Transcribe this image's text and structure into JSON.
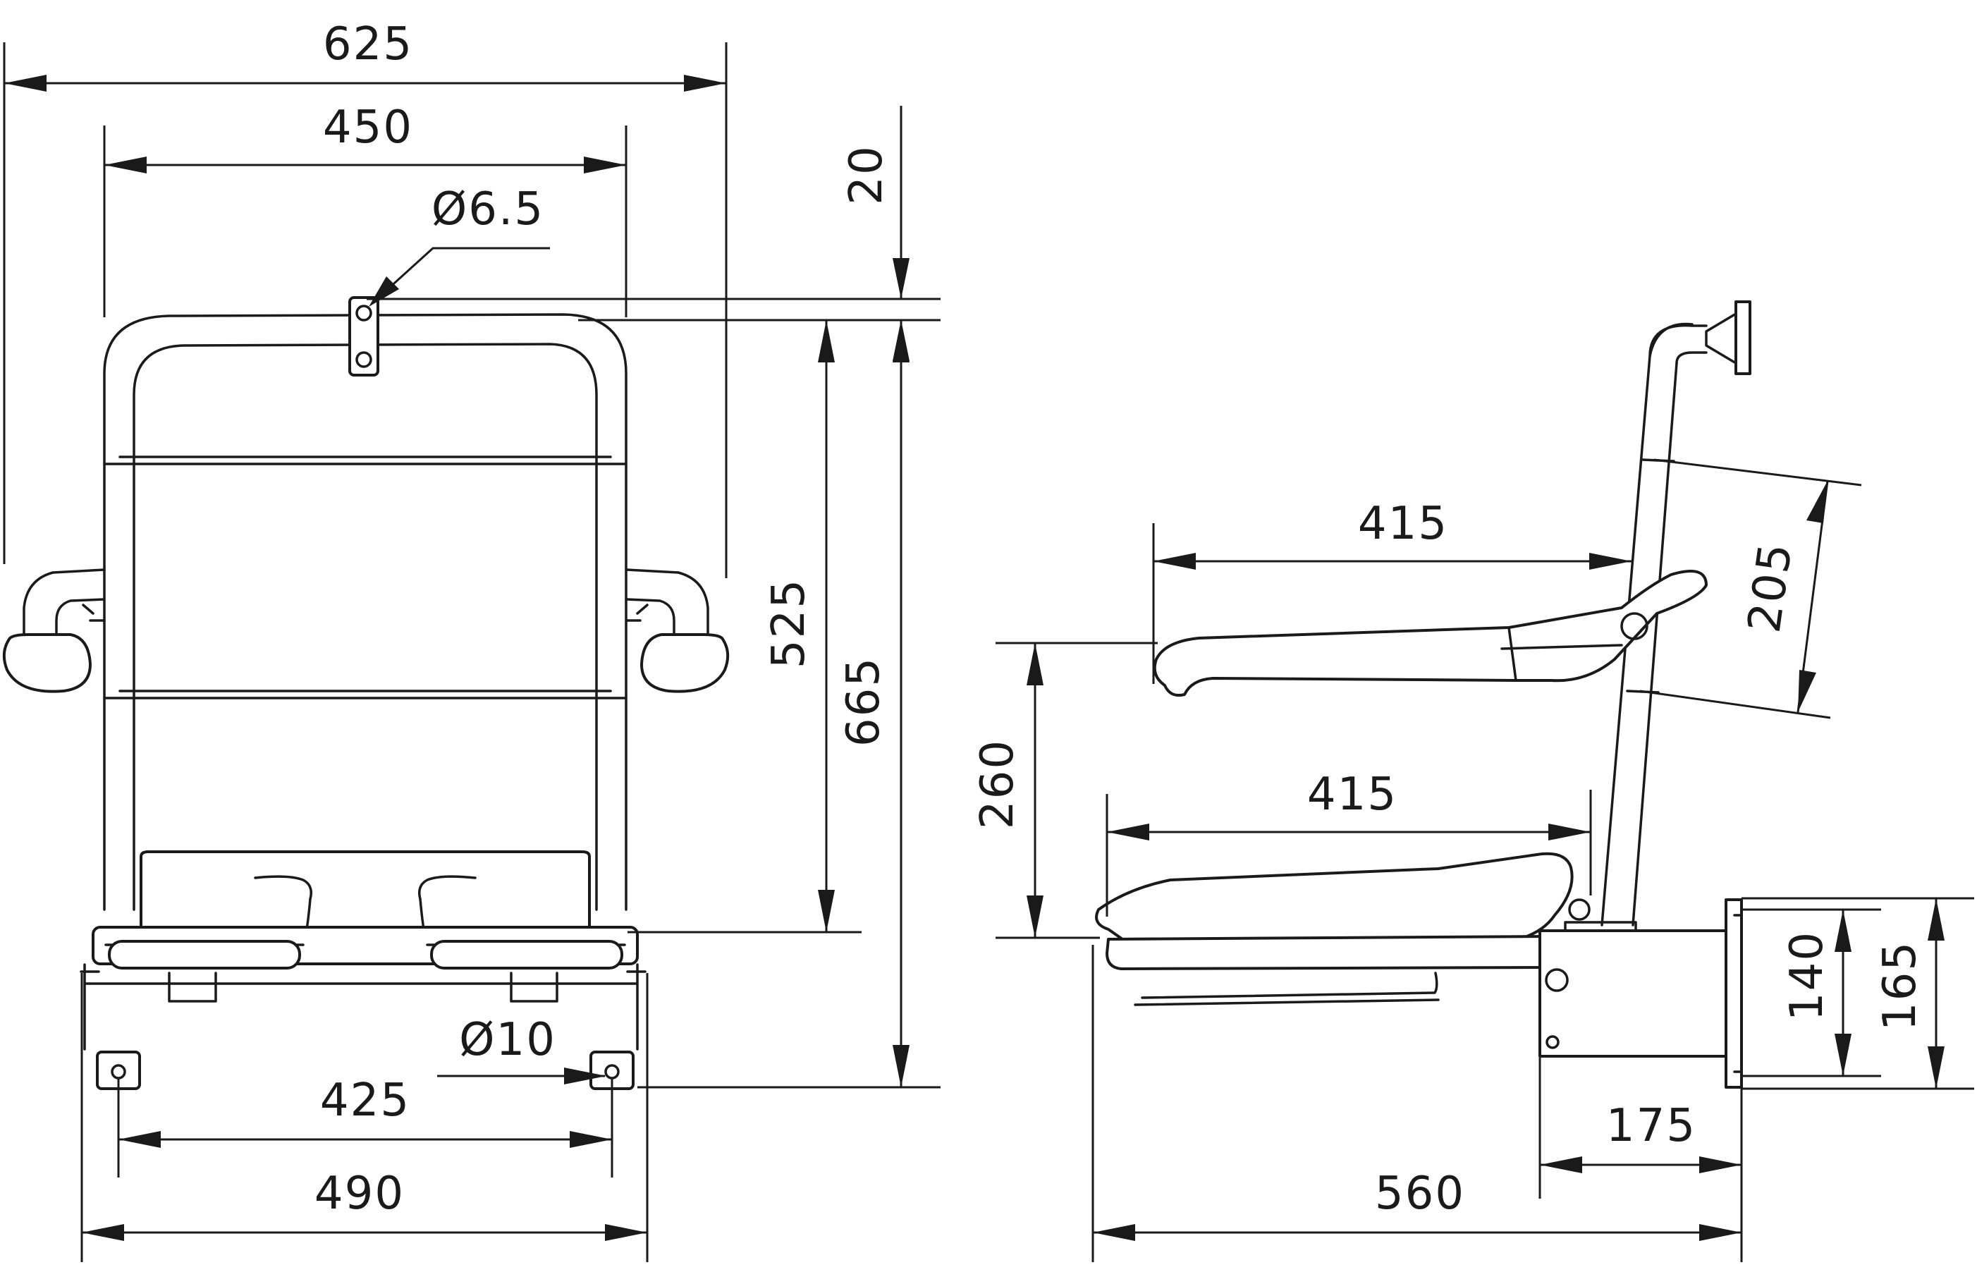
{
  "front_view": {
    "dims": {
      "overall_width": "625",
      "frame_width": "450",
      "mount_hole": "Ø6.5",
      "top_offset": "20",
      "back_height": "525",
      "overall_height": "665",
      "foot_hole": "Ø10",
      "foot_spacing": "425",
      "base_width": "490"
    }
  },
  "side_view": {
    "dims": {
      "armrest_length": "415",
      "backrest_segment": "205",
      "armrest_height": "260",
      "seat_depth": "415",
      "bracket_inner": "140",
      "bracket_outer": "165",
      "bracket_depth": "175",
      "overall_depth": "560"
    }
  }
}
